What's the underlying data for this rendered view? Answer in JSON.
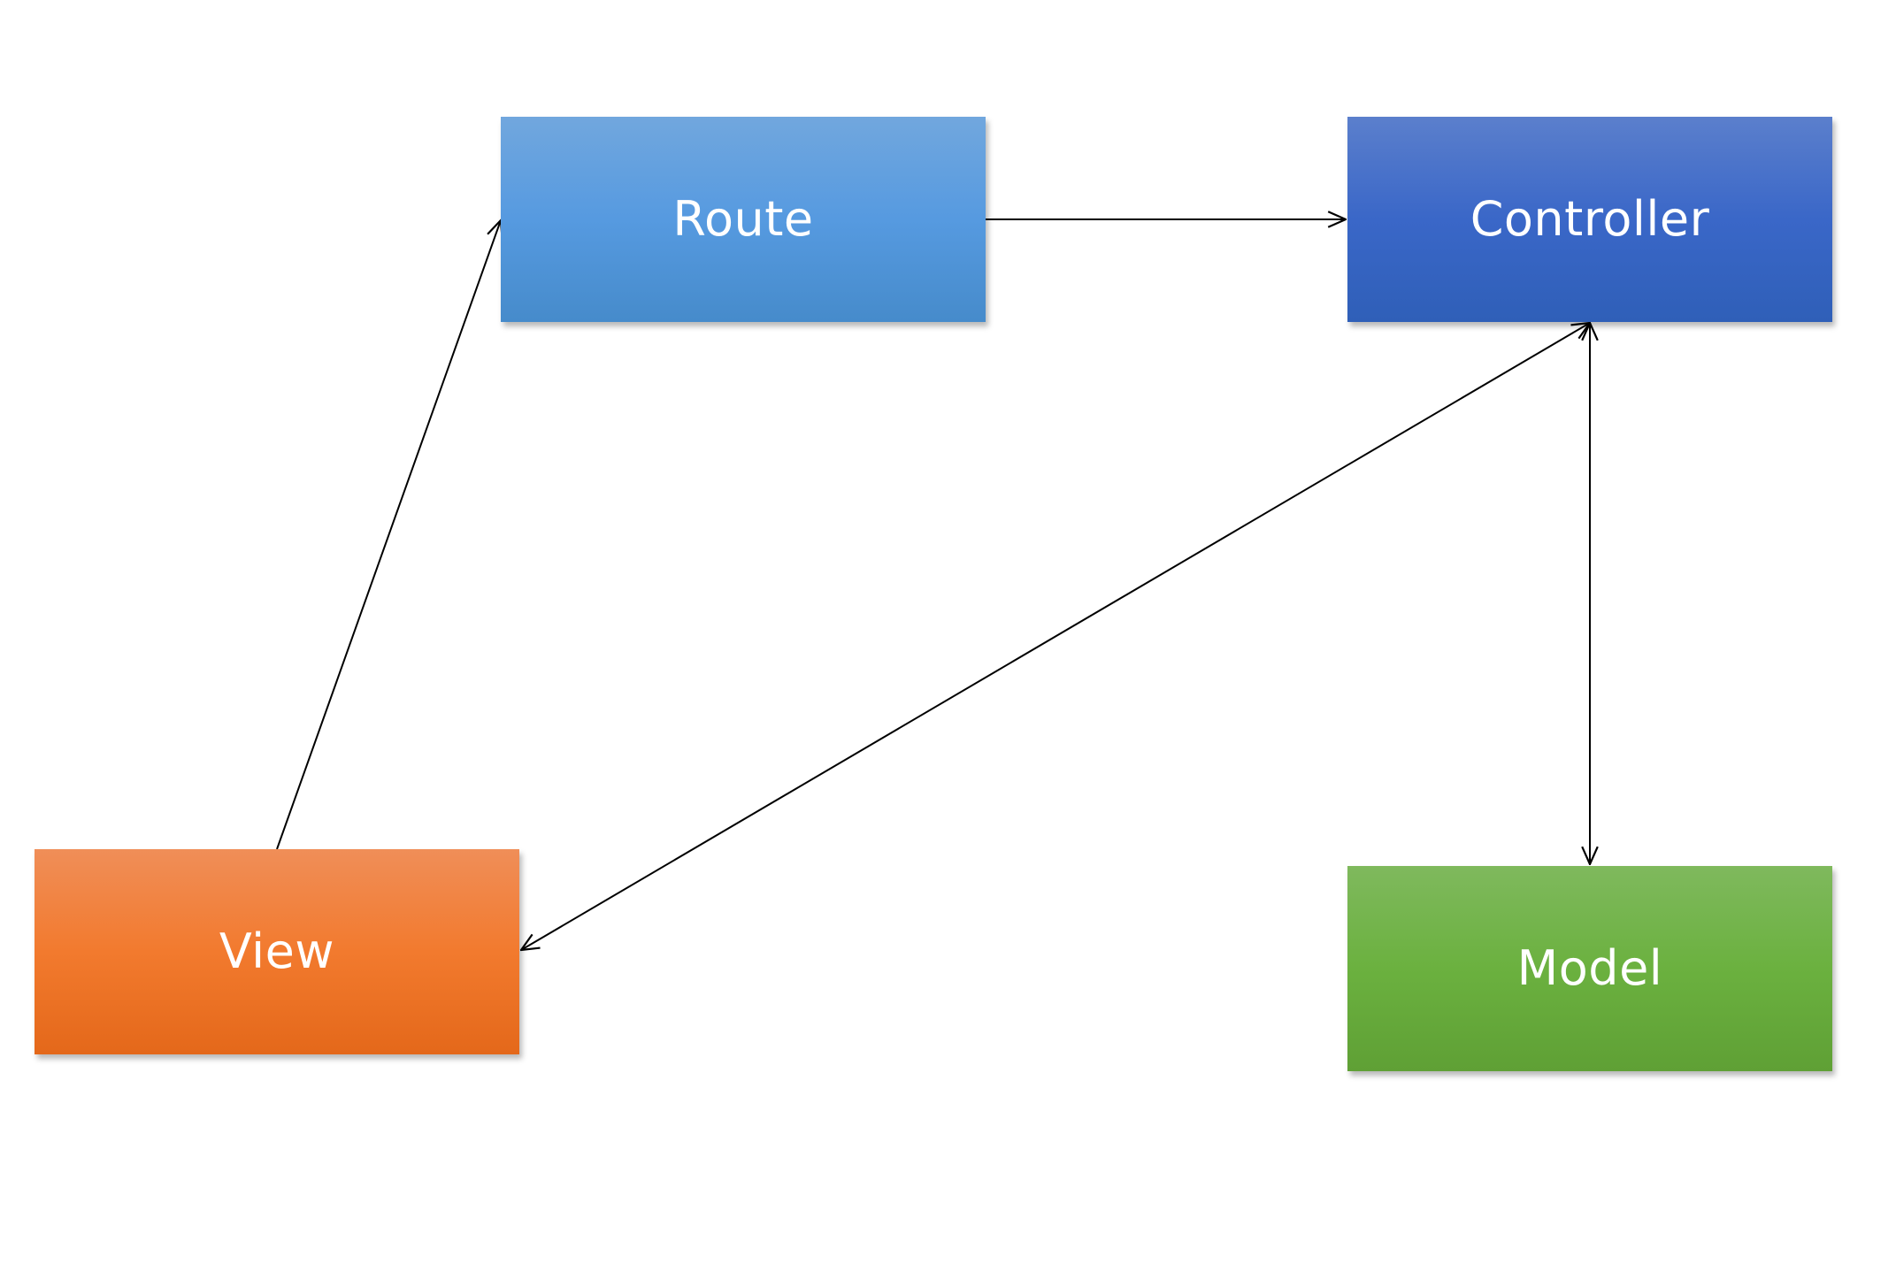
{
  "nodes": {
    "route": "Route",
    "controller": "Controller",
    "view": "View",
    "model": "Model"
  },
  "colors": {
    "route": "#569ae0",
    "controller": "#3a67c8",
    "view": "#f27a2e",
    "model": "#6bb13f",
    "connector": "#000000"
  },
  "edges": [
    {
      "from": "route",
      "to": "controller",
      "direction": "forward"
    },
    {
      "from": "view",
      "to": "route",
      "direction": "forward"
    },
    {
      "from": "controller",
      "to": "view",
      "direction": "both"
    },
    {
      "from": "controller",
      "to": "model",
      "direction": "both"
    }
  ]
}
